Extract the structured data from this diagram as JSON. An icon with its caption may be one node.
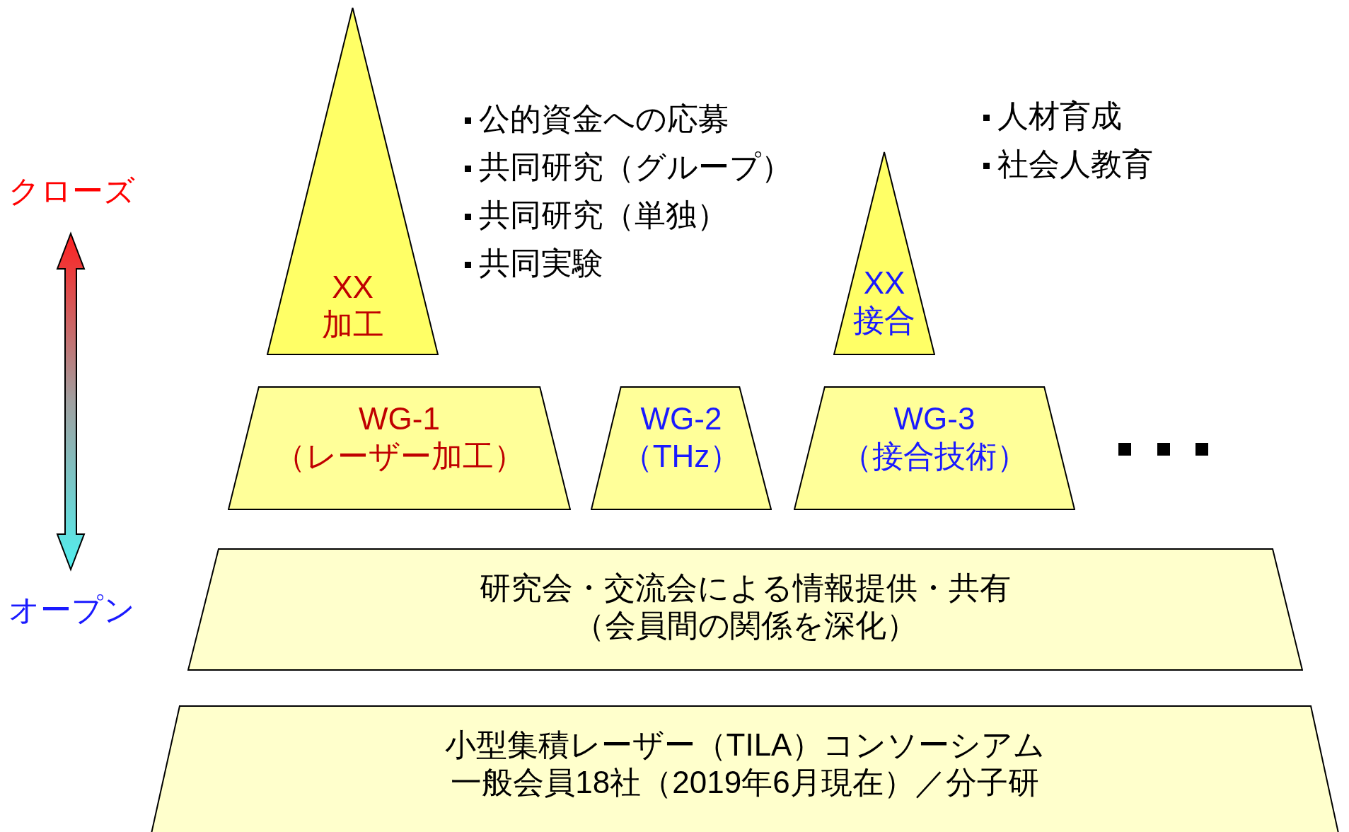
{
  "diagram": {
    "nodes": [
      {
        "text": [
          "XX",
          "加工"
        ]
      },
      {
        "text": [
          "XX",
          "接合"
        ]
      },
      {
        "text": [
          "WG-1",
          "（レーザー加工）"
        ]
      },
      {
        "text": [
          "WG-2",
          "（THz）"
        ]
      },
      {
        "text": [
          "WG-3",
          "（接合技術）"
        ]
      },
      {
        "text": [
          "研究会・交流会による情報提供・共有",
          "（会員間の関係を深化）"
        ]
      },
      {
        "text": [
          "小型集積レーザー（TILA）コンソーシアム",
          "一般会員18社（2019年6月現在）／分子研"
        ]
      }
    ],
    "labels": [
      "公的資金への応募",
      "共同研究（グループ）",
      "共同研究（単独）",
      "共同実験",
      "人材育成",
      "社会人教育",
      "クローズ",
      "オープン"
    ]
  }
}
